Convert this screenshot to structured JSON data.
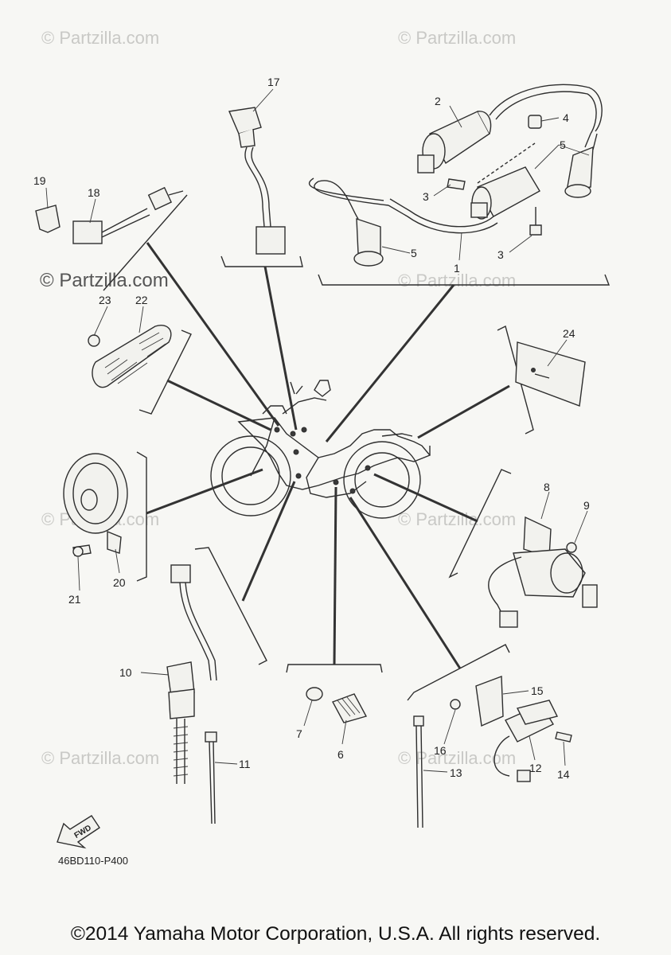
{
  "watermark": {
    "small": "© Partzilla.com",
    "large": "© Partzilla.com"
  },
  "callouts": [
    {
      "id": "1",
      "label": "1"
    },
    {
      "id": "2",
      "label": "2"
    },
    {
      "id": "3a",
      "label": "3"
    },
    {
      "id": "3b",
      "label": "3"
    },
    {
      "id": "4",
      "label": "4"
    },
    {
      "id": "5a",
      "label": "5"
    },
    {
      "id": "5b",
      "label": "5"
    },
    {
      "id": "6",
      "label": "6"
    },
    {
      "id": "7",
      "label": "7"
    },
    {
      "id": "8",
      "label": "8"
    },
    {
      "id": "9",
      "label": "9"
    },
    {
      "id": "10",
      "label": "10"
    },
    {
      "id": "11",
      "label": "11"
    },
    {
      "id": "12",
      "label": "12"
    },
    {
      "id": "13",
      "label": "13"
    },
    {
      "id": "14",
      "label": "14"
    },
    {
      "id": "15",
      "label": "15"
    },
    {
      "id": "16",
      "label": "16"
    },
    {
      "id": "17",
      "label": "17"
    },
    {
      "id": "18",
      "label": "18"
    },
    {
      "id": "19",
      "label": "19"
    },
    {
      "id": "20",
      "label": "20"
    },
    {
      "id": "21",
      "label": "21"
    },
    {
      "id": "22",
      "label": "22"
    },
    {
      "id": "23",
      "label": "23"
    },
    {
      "id": "24",
      "label": "24"
    }
  ],
  "fwd_label": "FWD",
  "diagram_code": "46BD110-P400",
  "copyright": "©2014 Yamaha Motor Corporation, U.S.A. All rights reserved."
}
